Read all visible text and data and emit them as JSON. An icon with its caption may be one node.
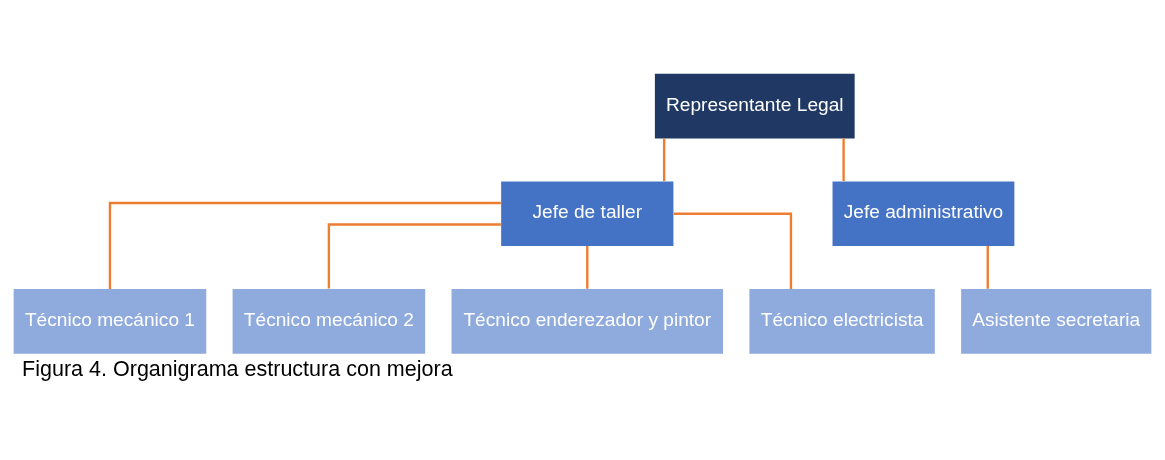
{
  "diagram": {
    "caption": "Figura 4. Organigrama estructura con mejora",
    "nodes": [
      {
        "text": [
          "Representante Legal"
        ]
      },
      {
        "text": [
          "Jefe de taller"
        ]
      },
      {
        "text": [
          "Jefe administrativo"
        ]
      },
      {
        "text": [
          "Técnico mecánico 1"
        ]
      },
      {
        "text": [
          "Técnico mecánico 2"
        ]
      },
      {
        "text": [
          "Técnico enderezador y pintor"
        ]
      },
      {
        "text": [
          "Técnico electricista"
        ]
      },
      {
        "text": [
          "Asistente secretaria"
        ]
      }
    ],
    "edges": [
      {
        "from": 0,
        "to": 1,
        "arrow": "none"
      },
      {
        "from": 0,
        "to": 2,
        "arrow": "none"
      },
      {
        "from": 1,
        "to": 3,
        "arrow": "none"
      },
      {
        "from": 1,
        "to": 4,
        "arrow": "none"
      },
      {
        "from": 1,
        "to": 5,
        "arrow": "none"
      },
      {
        "from": 1,
        "to": 6,
        "arrow": "none"
      },
      {
        "from": 2,
        "to": 7,
        "arrow": "none"
      }
    ]
  }
}
